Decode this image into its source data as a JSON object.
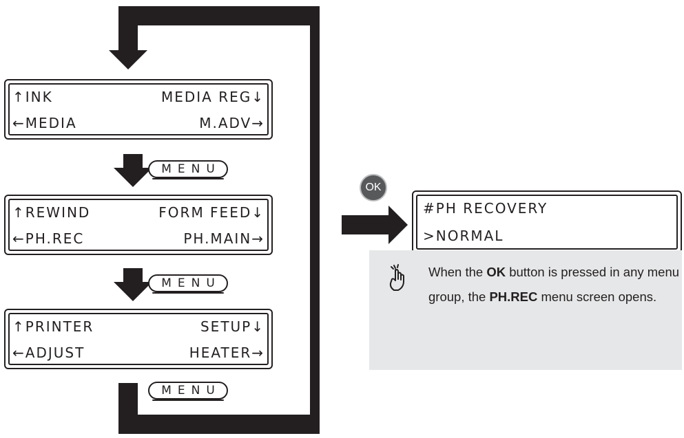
{
  "screens": [
    {
      "line1_left": "↑INK",
      "line1_right": "MEDIA REG↓",
      "line2_left": "←MEDIA",
      "line2_right": "M.ADV→"
    },
    {
      "line1_left": "↑REWIND",
      "line1_right": "FORM FEED↓",
      "line2_left": "←PH.REC",
      "line2_right": "PH.MAIN→"
    },
    {
      "line1_left": "↑PRINTER",
      "line1_right": "SETUP↓",
      "line2_left": "←ADJUST",
      "line2_right": "HEATER→"
    }
  ],
  "menu_key_label": "MENU",
  "ok_button_label": "OK",
  "result_screen": {
    "line1": "#PH RECOVERY",
    "line2": ">NORMAL"
  },
  "note": {
    "icon": "hand-pointing-icon",
    "text_1": "When the ",
    "bold_1": "OK",
    "text_2": " button is pressed in any menu group, the ",
    "bold_2": "PH.REC",
    "text_3": " menu screen opens."
  },
  "colors": {
    "ink": "#231f20",
    "note_bg": "#e6e7e8",
    "ok_button": "#58595b"
  }
}
